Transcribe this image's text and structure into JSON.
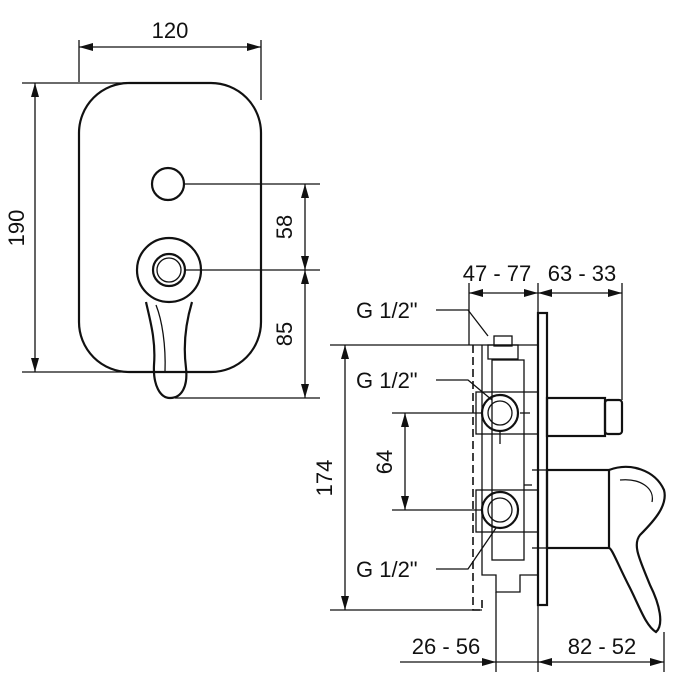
{
  "front_view": {
    "width_label": "120",
    "height_label": "190",
    "upper_spacing_label": "58",
    "lower_spacing_label": "85"
  },
  "side_view": {
    "depth_top_left_label": "47 - 77",
    "depth_top_right_label": "63 - 33",
    "connection_top_label": "G 1/2\"",
    "connection_middle_label": "G 1/2\"",
    "connection_bottom_label": "G 1/2\"",
    "port_spacing_label": "64",
    "total_height_label": "174",
    "depth_bottom_left_label": "26 - 56",
    "depth_bottom_right_label": "82 - 52"
  },
  "colors": {
    "line": "#111111",
    "background": "#ffffff"
  }
}
